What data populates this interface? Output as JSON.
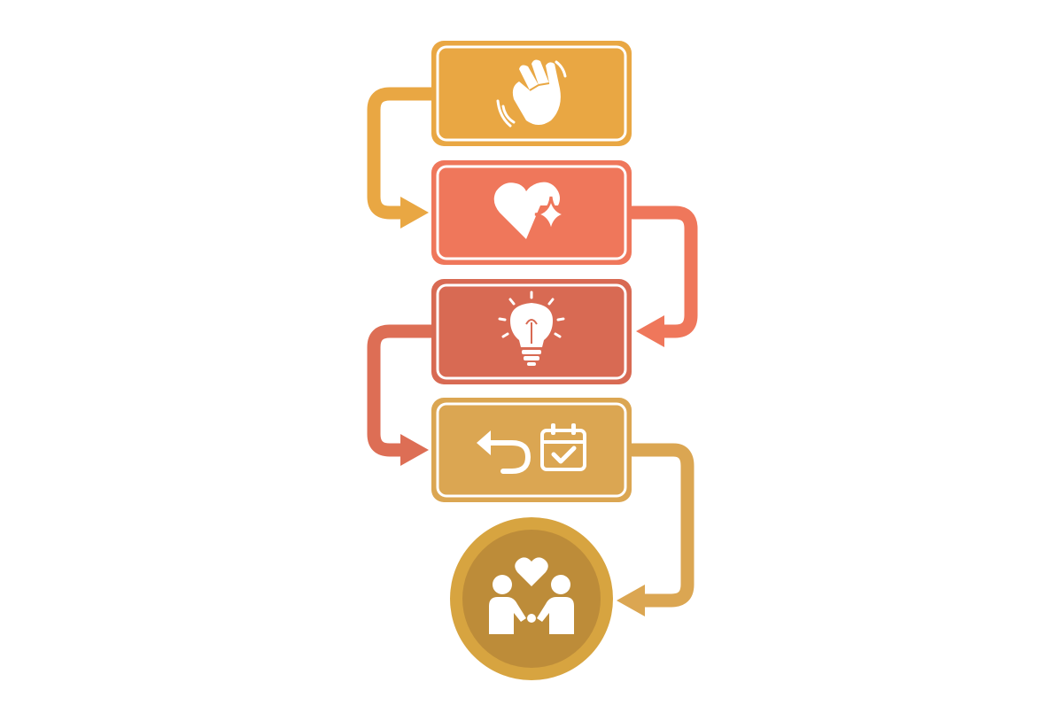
{
  "diagram": {
    "type": "vertical-process-flow",
    "steps": [
      {
        "id": "step-1",
        "icon": "waving-hand-icon",
        "color": "#E9A743"
      },
      {
        "id": "step-2",
        "icon": "heart-sparkle-icon",
        "color": "#EF775B"
      },
      {
        "id": "step-3",
        "icon": "lightbulb-icon",
        "color": "#D86A53"
      },
      {
        "id": "step-4",
        "icon": "return-arrow-calendar-check-icon",
        "color": "#DBA652"
      }
    ],
    "outcome": {
      "id": "outcome",
      "icon": "couple-heart-icon",
      "color": "#D7A440",
      "inner_color": "#BD8C39"
    },
    "connectors": [
      {
        "from": "step-1",
        "to": "step-2",
        "side": "left",
        "color": "#E9A743"
      },
      {
        "from": "step-2",
        "to": "step-3",
        "side": "right",
        "color": "#EF775B"
      },
      {
        "from": "step-3",
        "to": "step-4",
        "side": "left",
        "color": "#DD6E55"
      },
      {
        "from": "step-4",
        "to": "outcome",
        "side": "right",
        "color": "#DBA652"
      }
    ],
    "icon_color": "#FFFFFF"
  }
}
